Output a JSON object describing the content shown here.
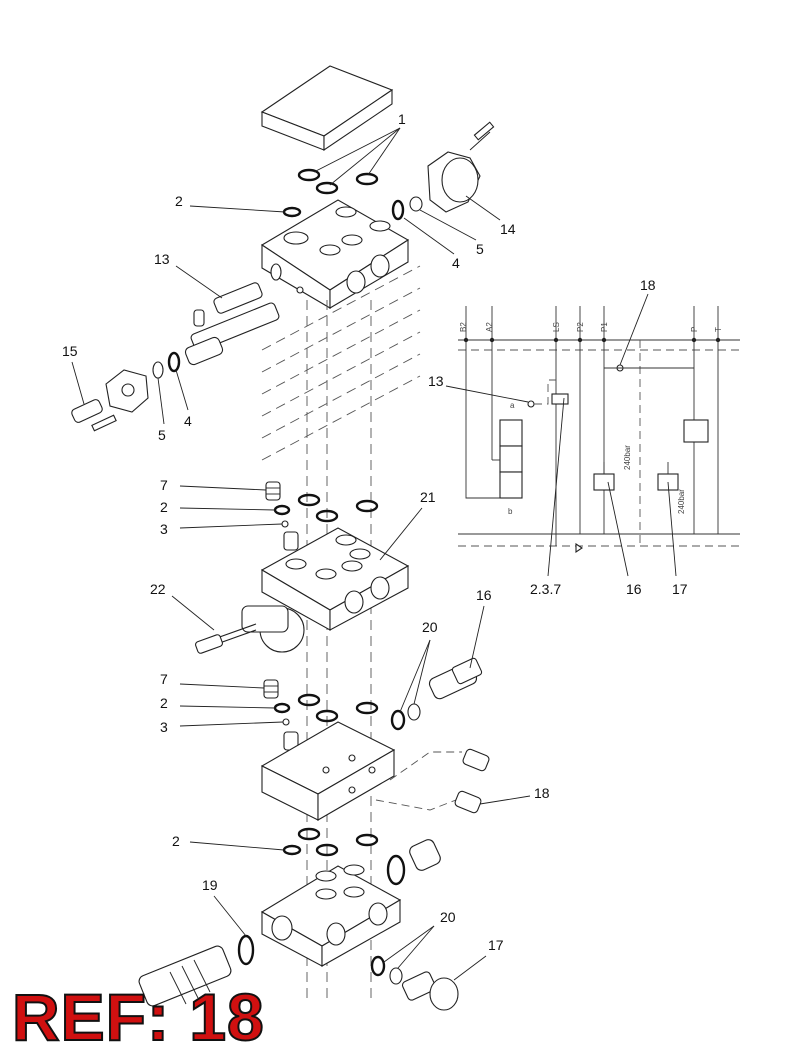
{
  "ref_label": "REF: 18",
  "callouts": {
    "c1": "1",
    "c2a": "2",
    "c4a": "4",
    "c5a": "5",
    "c14": "14",
    "c13a": "13",
    "c15": "15",
    "c5b": "5",
    "c4b": "4",
    "c7a": "7",
    "c2b": "2",
    "c3a": "3",
    "c21": "21",
    "c22": "22",
    "c16a": "16",
    "c20a": "20",
    "c7b": "7",
    "c2c": "2",
    "c3b": "3",
    "c18a": "18",
    "c2d": "2",
    "c19": "19",
    "c20b": "20",
    "c17a": "17",
    "c18b": "18",
    "c13b": "13",
    "c237": "2.3.7",
    "c16b": "16",
    "c17b": "17"
  },
  "schematic": {
    "ports": [
      "B2",
      "A2",
      "LS",
      "P2",
      "P1",
      "P",
      "T"
    ],
    "valve_a": "a",
    "valve_b": "b",
    "pressure_1": "240bar",
    "pressure_2": "240bar"
  }
}
